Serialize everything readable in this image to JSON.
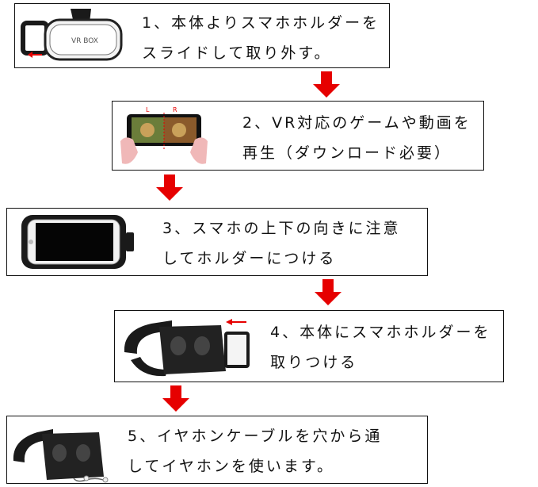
{
  "colors": {
    "arrow": "#e60000",
    "border": "#111111",
    "text": "#111111",
    "background": "#ffffff"
  },
  "icons": {
    "step1": "vr-headset-holder-slide-icon",
    "step2": "phone-vr-game-icon",
    "step3": "phone-in-holder-icon",
    "step4": "vr-headset-attach-holder-icon",
    "step5": "vr-headset-earphones-icon",
    "connector": "red-down-arrow-icon"
  },
  "steps": [
    {
      "line1": "1、本体よりスマホホルダーを",
      "line2": "スライドして取り外す。",
      "illustration_label": "VR BOX"
    },
    {
      "line1": "2、VR対応のゲームや動画を",
      "line2": "再生（ダウンロード必要）",
      "left_label": "L",
      "right_label": "R"
    },
    {
      "line1": "3、スマホの上下の向きに注意",
      "line2": "してホルダーにつける"
    },
    {
      "line1": "4、本体にスマホホルダーを",
      "line2": "取りつける"
    },
    {
      "line1": "5、イヤホンケーブルを穴から通",
      "line2": "してイヤホンを使います。"
    }
  ]
}
